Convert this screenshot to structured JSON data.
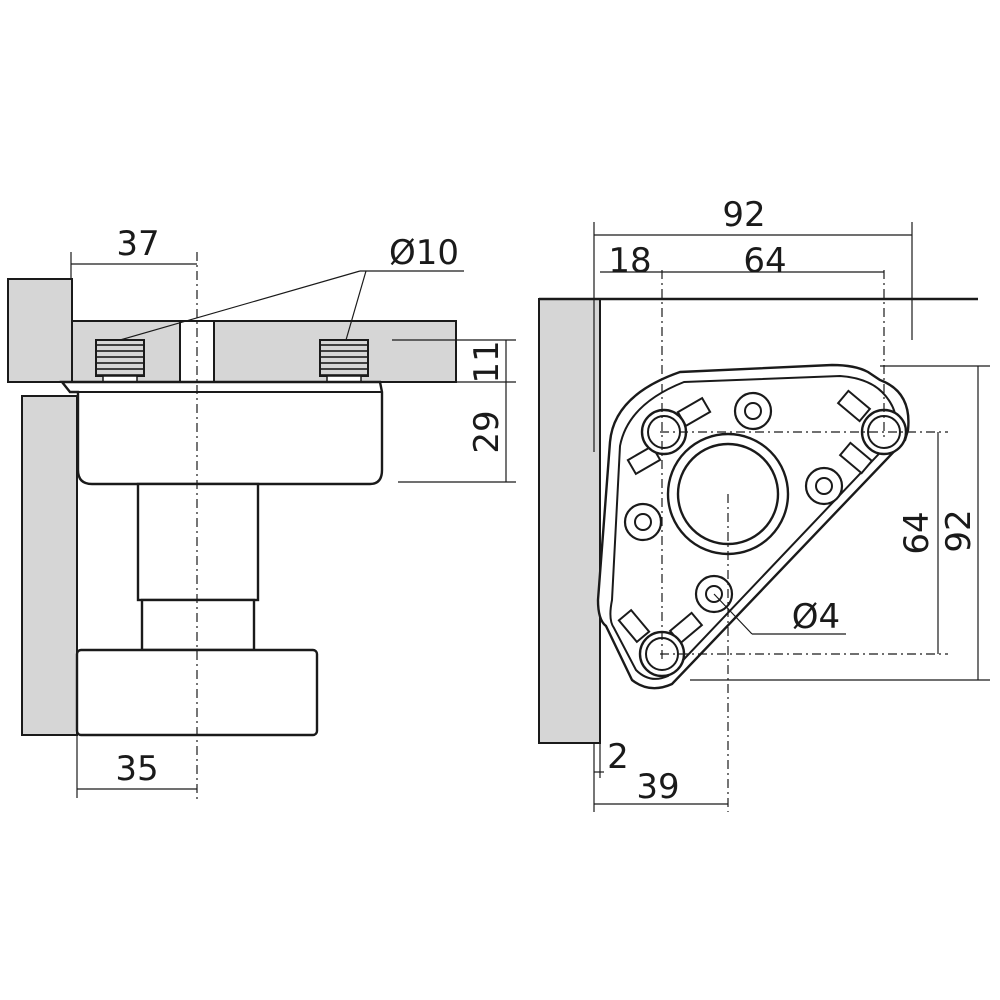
{
  "side_view": {
    "dim_top_offset": "37",
    "dim_hole_diameter": "Ø10",
    "dim_thickness_top": "11",
    "dim_thickness_plate": "29",
    "dim_bottom_offset": "35"
  },
  "top_view": {
    "dim_total_width": "92",
    "dim_left_offset": "18",
    "dim_hole_spacing_x": "64",
    "dim_hole_spacing_y": "64",
    "dim_total_height": "92",
    "dim_small_hole": "Ø4",
    "dim_edge_gap": "2",
    "dim_center_offset": "39"
  }
}
